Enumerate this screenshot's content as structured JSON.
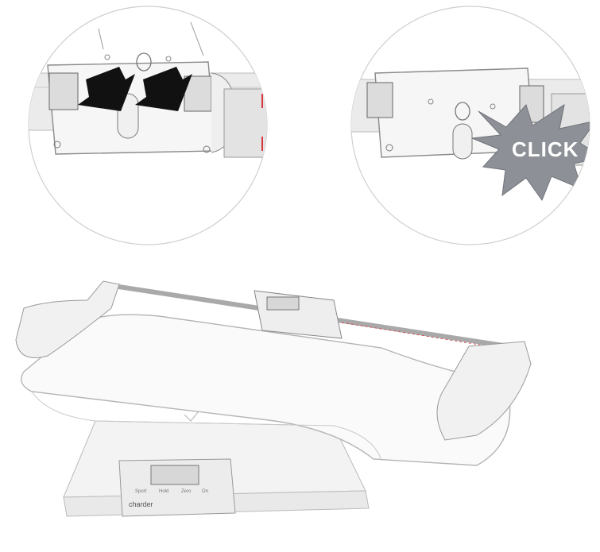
{
  "illustrations": {
    "left_detail": {
      "arrow_icon": "down-left-arrow",
      "arrow_color": "#111111"
    },
    "right_detail": {
      "burst_label": "CLICK",
      "burst_color": "#8d9096"
    },
    "scale": {
      "brand": "charder",
      "button_labels": [
        "Sport",
        "Hold",
        "Zero",
        "On"
      ],
      "accent_red": "#d9363e"
    }
  }
}
